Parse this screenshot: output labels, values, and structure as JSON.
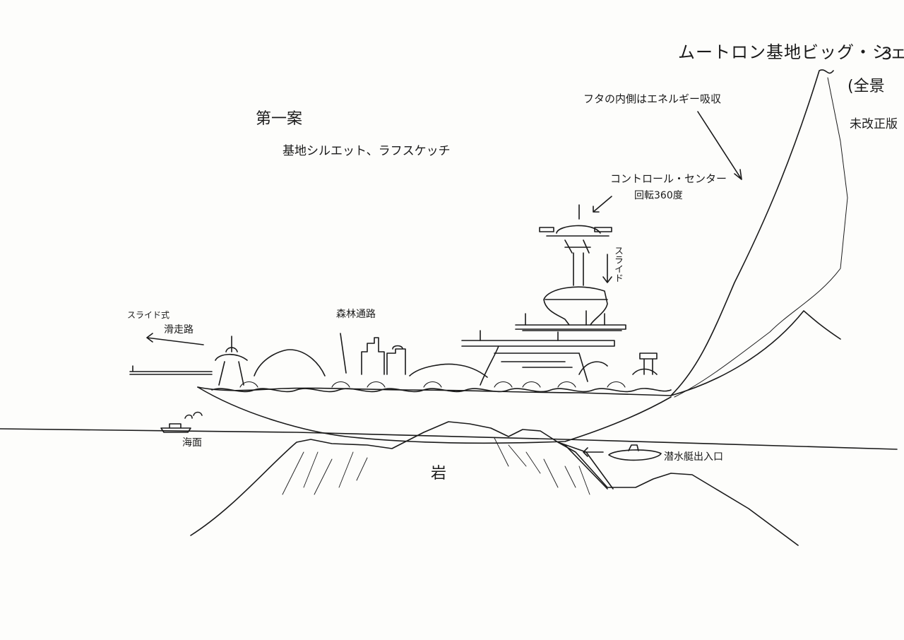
{
  "sheet": {
    "title": "ムートロン基地ビッグ・シェル",
    "page_number": "3",
    "subtitle": "(全景",
    "draft_note": "未改正版"
  },
  "plan": {
    "heading": "第一案",
    "subheading": "基地シルエット、ラフスケッチ"
  },
  "annotations": {
    "shell_inner": "フタの内側はエネルギー吸収",
    "control_center": "コントロール・センター",
    "rotation": "回転360度",
    "slide": "スライド",
    "slide_type": "スライド式",
    "runway": "滑走路",
    "forest_path": "森林通路",
    "sea_surface": "海面",
    "rock": "岩",
    "sub_entrance": "潜水艇出入口"
  },
  "colors": {
    "ink": "#1a1a1a",
    "paper": "#fdfdfb"
  }
}
